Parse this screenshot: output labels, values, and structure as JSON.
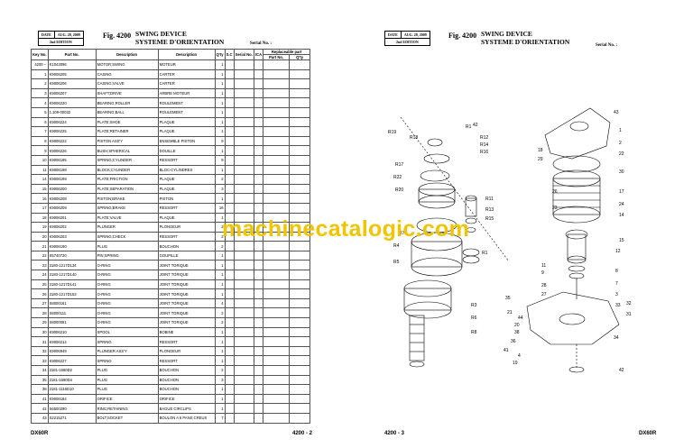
{
  "left": {
    "date_label": "DATE",
    "date_value": "AUG. 28, 2009",
    "edition": "2nd EDITION",
    "fig": "Fig. 4200",
    "title_en": "SWING DEVICE",
    "title_fr": "SYSTEME D'ORIENTATION",
    "serial": "Serial No. :",
    "columns": [
      "Key No.",
      "Part No.",
      "Description",
      "Description",
      "Q'ty",
      "S.C",
      "Serial No.",
      "ICA",
      "Replaceable part",
      "Part No.",
      "Q'ty"
    ],
    "rows": [
      [
        "4200 --",
        "K1043096",
        "MOTOR;SWING",
        "MOTEUR",
        "1"
      ],
      [
        "1",
        "K9006205",
        "CASING",
        "CARTER",
        "1"
      ],
      [
        "2",
        "K9006206",
        "CASING;VALVE",
        "CARTER",
        "1"
      ],
      [
        "3",
        "K9006207",
        "SHAFT;DRIVE",
        "ARBRE MOTEUR",
        "1"
      ],
      [
        "4",
        "K9006220",
        "BEARING;ROLLER",
        "ROULEMENT",
        "1"
      ],
      [
        "5",
        "1.109-00032",
        "BEARING;BALL",
        "ROULEMENT",
        "1"
      ],
      [
        "6",
        "K9006224",
        "PLATE;SHOE",
        "PLAQUE",
        "1"
      ],
      [
        "7",
        "K9006225",
        "PLATE;RETAINER",
        "PLAQUE",
        "1"
      ],
      [
        "8",
        "K9006222",
        "PISTON ASS'Y",
        "ENSEMBLE PISTON",
        "9"
      ],
      [
        "9",
        "K9006226",
        "BUSH;SPHERICAL",
        "DOUILLE",
        "1"
      ],
      [
        "10",
        "K9006195",
        "SPRING;CYLINDER",
        "RESSORT",
        "9"
      ],
      [
        "11",
        "K9006198",
        "BLOCK;CYLINDER",
        "BLOC-CYLINDRES",
        "1"
      ],
      [
        "14",
        "K9006199",
        "PLATE;FRICTION",
        "PLAQUE",
        "2"
      ],
      [
        "15",
        "K9006200",
        "PLATE;SEPARATION",
        "PLAQUE",
        "3"
      ],
      [
        "16",
        "K9006208",
        "PISTON;BRAKE",
        "PISTON",
        "1"
      ],
      [
        "17",
        "K9006209",
        "SPRING;BRAKE",
        "RESSORT",
        "16"
      ],
      [
        "18",
        "K9006201",
        "PLATE;VALVE",
        "PLAQUE",
        "1"
      ],
      [
        "19",
        "K9006202",
        "PLUNGER",
        "PLONGEUR",
        "2"
      ],
      [
        "20",
        "K9006203",
        "SPRING;CHECK",
        "RESSORT",
        "2"
      ],
      [
        "21",
        "K9006190",
        "PLUG",
        "BOUCHON",
        "2"
      ],
      [
        "22",
        "S5740720",
        "PIN;SPRING",
        "GOUPILLE",
        "1"
      ],
      [
        "23",
        "2180-1217D134",
        "O-RING",
        "JOINT TORIQUE",
        "1"
      ],
      [
        "24",
        "2180-1217D140",
        "O-RING",
        "JOINT TORIQUE",
        "1"
      ],
      [
        "25",
        "2180-1217D141",
        "O-RING",
        "JOINT TORIQUE",
        "1"
      ],
      [
        "26",
        "2180-1217D153",
        "O-RING",
        "JOINT TORIQUE",
        "1"
      ],
      [
        "27",
        "S8000161",
        "O-RING",
        "JOINT TORIQUE",
        "4"
      ],
      [
        "28",
        "S8000111",
        "O-RING",
        "JOINT TORIQUE",
        "2"
      ],
      [
        "29",
        "S8000081",
        "O-RING",
        "JOINT TORIQUE",
        "2"
      ],
      [
        "30",
        "K9006210",
        "SPOOL",
        "BOBINE",
        "1"
      ],
      [
        "31",
        "K9006214",
        "SPRING",
        "RESSORT",
        "1"
      ],
      [
        "32",
        "K9006949",
        "PLUNGER ASS'Y",
        "PLONGEUR",
        "1"
      ],
      [
        "33",
        "K9006227",
        "SPRING",
        "RESSORT",
        "1"
      ],
      [
        "34",
        "2181-1680D2",
        "PLUG",
        "BOUCHON",
        "2"
      ],
      [
        "35",
        "2181-1680D4",
        "PLUG",
        "BOUCHON",
        "3"
      ],
      [
        "38",
        "2181-1116D10",
        "PLUG",
        "BOUCHON",
        "1"
      ],
      [
        "41",
        "K9006184",
        "ORIFICE",
        "ORIFICE",
        "1"
      ],
      [
        "42",
        "S6500290",
        "RING;RETAINING",
        "BAGUE CIRCLIPS",
        "1"
      ],
      [
        "43",
        "S2215271",
        "BOLT;SOCKET",
        "BOULON A 6 PANS CREUX",
        "7"
      ]
    ],
    "model": "DX60R",
    "page": "4200 - 2"
  },
  "right": {
    "date_label": "DATE",
    "date_value": "AUG. 28, 2009",
    "edition": "2nd EDITION",
    "fig": "Fig. 4200",
    "title_en": "SWING DEVICE",
    "title_fr": "SYSTEME D'ORIENTATION",
    "serial": "Serial No. ;",
    "page": "4200 - 3",
    "model": "DX60R"
  },
  "watermark": "machinecatalogic.com",
  "callouts": [
    "42",
    "R1",
    "R12",
    "R14",
    "R16",
    "R19",
    "R18",
    "R17",
    "R22",
    "R20",
    "R11",
    "R13",
    "R15",
    "R7",
    "R4",
    "R5",
    "R1",
    "R3",
    "R6",
    "R8",
    "43",
    "1",
    "2",
    "22",
    "18",
    "29",
    "30",
    "17",
    "26",
    "24",
    "23",
    "14",
    "15",
    "12",
    "11",
    "9",
    "8",
    "28",
    "7",
    "27",
    "3",
    "32",
    "33",
    "31",
    "35",
    "21",
    "44",
    "20",
    "38",
    "34",
    "36",
    "41",
    "4",
    "19",
    "42",
    "40"
  ]
}
